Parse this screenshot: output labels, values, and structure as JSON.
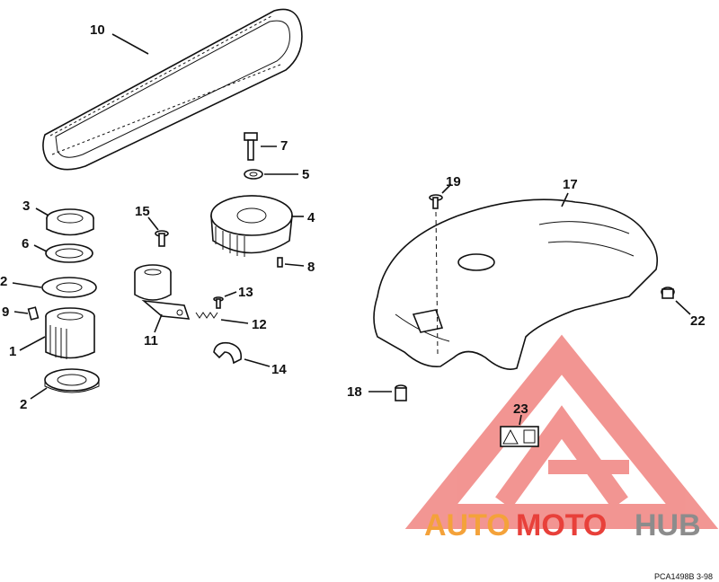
{
  "callouts": {
    "c1": "1",
    "c2a": "2",
    "c2b": "2",
    "c3": "3",
    "c4": "4",
    "c5": "5",
    "c6": "6",
    "c7": "7",
    "c8": "8",
    "c9": "9",
    "c10": "10",
    "c11": "11",
    "c12": "12",
    "c13": "13",
    "c14": "14",
    "c15": "15",
    "c17": "17",
    "c18": "18",
    "c19": "19",
    "c22": "22",
    "c23": "23"
  },
  "watermark": {
    "part1": "AUTO",
    "part2": "MOTO",
    "part3": "HUB",
    "color_orange": "#f4a23a",
    "color_red": "#e8403a",
    "color_gray": "#8c8c8c"
  },
  "drawing_code": "PCA1498B 3-98"
}
